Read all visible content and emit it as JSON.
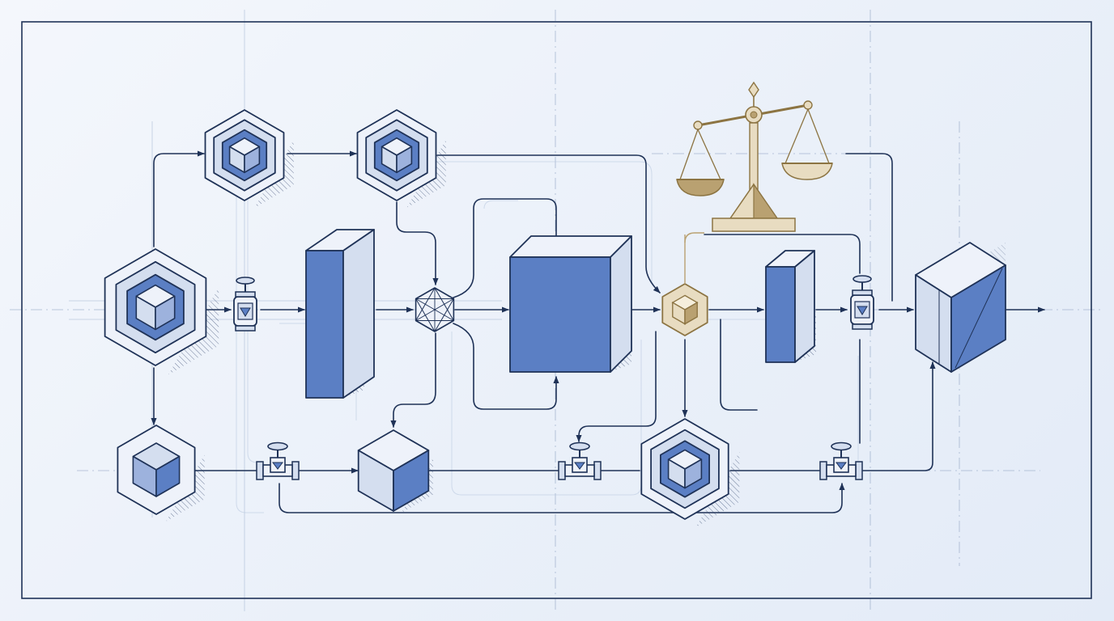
{
  "colors": {
    "ink": "#1f3257",
    "fill_strong": "#5b7fc4",
    "fill_mid": "#9db2dd",
    "fill_light": "#d4deef",
    "fill_pale": "#eef2fa",
    "accent_gold": "#b9a171",
    "accent_gold_light": "#e8dcc1",
    "accent_gold_dark": "#8c7442",
    "ghost_line": "#b7c6de"
  },
  "diagram": {
    "kind": "isometric-process-flow",
    "nodes": [
      {
        "id": "hex-source",
        "shape": "nested-hexagon-cube"
      },
      {
        "id": "hex-top-left",
        "shape": "nested-hexagon-cube"
      },
      {
        "id": "hex-top-mid",
        "shape": "nested-hexagon-cube"
      },
      {
        "id": "hex-bottom-left",
        "shape": "hexagon-cube"
      },
      {
        "id": "valve-main-1",
        "shape": "vertical-valve"
      },
      {
        "id": "valve-bottom-1",
        "shape": "horizontal-valve"
      },
      {
        "id": "panel-tall",
        "shape": "tall-panel"
      },
      {
        "id": "junction-hub",
        "shape": "wireframe-hexagon"
      },
      {
        "id": "panel-wide",
        "shape": "wide-panel"
      },
      {
        "id": "cube-bottom",
        "shape": "open-cube"
      },
      {
        "id": "valve-bottom-2",
        "shape": "horizontal-valve"
      },
      {
        "id": "gold-hub",
        "shape": "highlighted-hexagon"
      },
      {
        "id": "balance-scale",
        "shape": "scale-of-justice"
      },
      {
        "id": "hex-bottom-right",
        "shape": "nested-hexagon-cube"
      },
      {
        "id": "panel-small",
        "shape": "narrow-panel"
      },
      {
        "id": "valve-main-2",
        "shape": "vertical-valve"
      },
      {
        "id": "valve-bottom-3",
        "shape": "horizontal-valve"
      },
      {
        "id": "output-block",
        "shape": "large-cube"
      }
    ],
    "edges": [
      {
        "from": "hex-source",
        "to": "hex-top-left"
      },
      {
        "from": "hex-top-left",
        "to": "hex-top-mid"
      },
      {
        "from": "hex-source",
        "to": "hex-bottom-left"
      },
      {
        "from": "hex-source",
        "to": "valve-main-1"
      },
      {
        "from": "valve-main-1",
        "to": "panel-tall"
      },
      {
        "from": "panel-tall",
        "to": "junction-hub"
      },
      {
        "from": "hex-top-mid",
        "to": "junction-hub"
      },
      {
        "from": "junction-hub",
        "to": "panel-wide"
      },
      {
        "from": "junction-hub",
        "to": "cube-bottom"
      },
      {
        "from": "panel-wide",
        "to": "gold-hub"
      },
      {
        "from": "hex-top-mid",
        "to": "gold-hub"
      },
      {
        "from": "gold-hub",
        "to": "hex-bottom-right"
      },
      {
        "from": "hex-bottom-right",
        "to": "gold-hub"
      },
      {
        "from": "gold-hub",
        "to": "panel-small"
      },
      {
        "from": "panel-small",
        "to": "valve-main-2"
      },
      {
        "from": "valve-main-2",
        "to": "output-block"
      },
      {
        "from": "hex-bottom-left",
        "to": "valve-bottom-1"
      },
      {
        "from": "valve-bottom-1",
        "to": "cube-bottom"
      },
      {
        "from": "cube-bottom",
        "to": "valve-bottom-2"
      },
      {
        "from": "valve-bottom-2",
        "to": "hex-bottom-right"
      },
      {
        "from": "hex-bottom-right",
        "to": "valve-bottom-3"
      },
      {
        "from": "valve-bottom-3",
        "to": "output-block"
      },
      {
        "from": "output-block",
        "to": "exit"
      }
    ]
  }
}
